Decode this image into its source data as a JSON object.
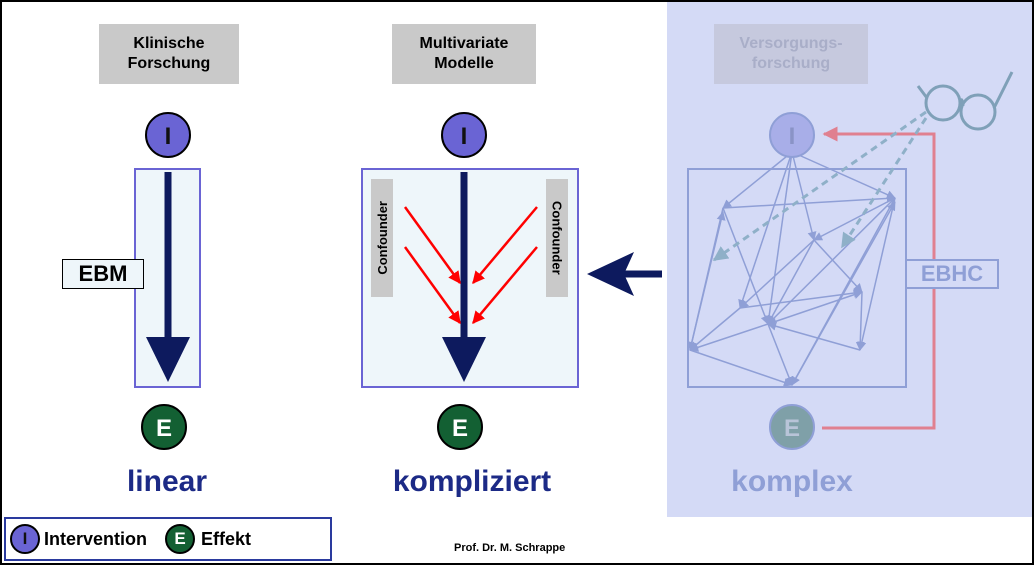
{
  "columns": [
    {
      "header": "Klinische Forschung",
      "word": "linear"
    },
    {
      "header": "Multivariate Modelle",
      "word": "kompliziert"
    },
    {
      "header": "Versorgungs-forschung",
      "word": "komplex"
    }
  ],
  "node_i": "I",
  "node_e": "E",
  "ebm_label": "EBM",
  "ebhc_label": "EBHC",
  "confounder_label": "Confounder",
  "legend": {
    "i_symbol": "I",
    "i_label": "Intervention",
    "e_symbol": "E",
    "e_label": "Effekt"
  },
  "footer": "Prof. Dr. M. Schrappe",
  "colors": {
    "intervention": "#6a64d4",
    "effect": "#136033",
    "arrow": "#0d1a5e",
    "confounder_arrow": "#ff0000",
    "ebhc_arrow": "#e08090",
    "panel": "#d4daf6"
  }
}
